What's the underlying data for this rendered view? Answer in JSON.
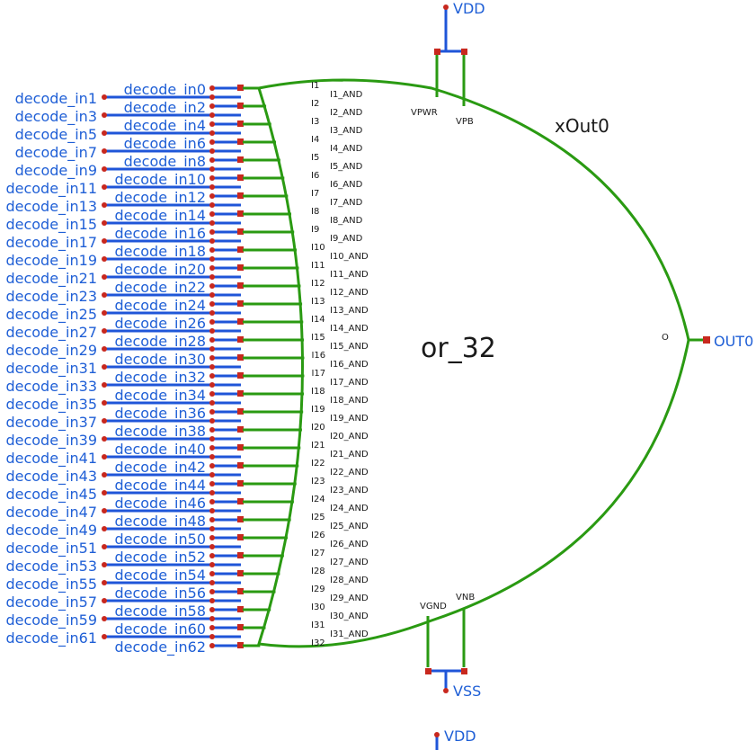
{
  "block_name": "or_32",
  "instance_name": "xOut0",
  "colors": {
    "wire": "#1f55d8",
    "body": "#2a9a12",
    "pin_box": "#c8281e",
    "text_blue": "#1f5fd6"
  },
  "supply": {
    "vdd_top": "VDD",
    "vss": "VSS",
    "vdd_bottom": "VDD"
  },
  "power_pins": {
    "vpwr": "VPWR",
    "vpb": "VPB",
    "vgnd": "VGND",
    "vnb": "VNB"
  },
  "output_pin": "O",
  "output_net": "OUT0",
  "left_nets": [
    "decode_in1",
    "decode_in3",
    "decode_in5",
    "decode_in7",
    "decode_in9",
    "decode_in11",
    "decode_in13",
    "decode_in15",
    "decode_in17",
    "decode_in19",
    "decode_in21",
    "decode_in23",
    "decode_in25",
    "decode_in27",
    "decode_in29",
    "decode_in31",
    "decode_in33",
    "decode_in35",
    "decode_in37",
    "decode_in39",
    "decode_in41",
    "decode_in43",
    "decode_in45",
    "decode_in47",
    "decode_in49",
    "decode_in51",
    "decode_in53",
    "decode_in55",
    "decode_in57",
    "decode_in59",
    "decode_in61"
  ],
  "right_nets": [
    "decode_in0",
    "decode_in2",
    "decode_in4",
    "decode_in6",
    "decode_in8",
    "decode_in10",
    "decode_in12",
    "decode_in14",
    "decode_in16",
    "decode_in18",
    "decode_in20",
    "decode_in22",
    "decode_in24",
    "decode_in26",
    "decode_in28",
    "decode_in30",
    "decode_in32",
    "decode_in34",
    "decode_in36",
    "decode_in38",
    "decode_in40",
    "decode_in42",
    "decode_in44",
    "decode_in46",
    "decode_in48",
    "decode_in50",
    "decode_in52",
    "decode_in54",
    "decode_in56",
    "decode_in58",
    "decode_in60",
    "decode_in62"
  ],
  "input_pins": [
    "I1",
    "I2",
    "I3",
    "I4",
    "I5",
    "I6",
    "I7",
    "I8",
    "I9",
    "I10",
    "I11",
    "I12",
    "I13",
    "I14",
    "I15",
    "I16",
    "I17",
    "I18",
    "I19",
    "I20",
    "I21",
    "I22",
    "I23",
    "I24",
    "I25",
    "I26",
    "I27",
    "I28",
    "I29",
    "I30",
    "I31",
    "I32"
  ],
  "and_pins": [
    "I1_AND",
    "I2_AND",
    "I3_AND",
    "I4_AND",
    "I5_AND",
    "I6_AND",
    "I7_AND",
    "I8_AND",
    "I9_AND",
    "I10_AND",
    "I11_AND",
    "I12_AND",
    "I13_AND",
    "I14_AND",
    "I15_AND",
    "I16_AND",
    "I17_AND",
    "I18_AND",
    "I19_AND",
    "I20_AND",
    "I21_AND",
    "I22_AND",
    "I23_AND",
    "I24_AND",
    "I25_AND",
    "I26_AND",
    "I27_AND",
    "I28_AND",
    "I29_AND",
    "I30_AND",
    "I31_AND"
  ]
}
